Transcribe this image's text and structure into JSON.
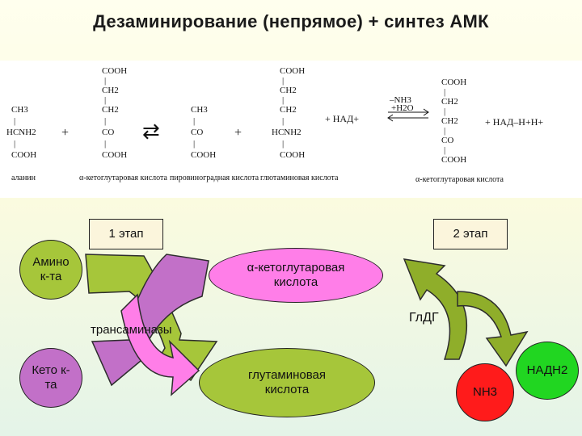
{
  "title": "Дезаминирование (непрямое) + синтез АМК",
  "reaction": {
    "alanine": {
      "lines": [
        "CH3",
        "|",
        "HCNH2",
        "|",
        "COOH"
      ],
      "caption": "аланин"
    },
    "plus1": "+",
    "akg1": {
      "lines": [
        "COOH",
        "|",
        "CH2",
        "|",
        "CH2",
        "|",
        "CO",
        "|",
        "COOH"
      ],
      "caption": "α-кетоглутаровая кислота"
    },
    "eq_arrow": "⇄",
    "pyruvate": {
      "lines": [
        "CH3",
        "|",
        "CO",
        "|",
        "COOH"
      ],
      "caption": "пировиноградная кислота"
    },
    "plus2": "+",
    "glutamate": {
      "lines": [
        "COOH",
        "|",
        "CH2",
        "|",
        "CH2",
        "|",
        "HCNH2",
        "|",
        "COOH"
      ],
      "caption": "глютаминовая кислота"
    },
    "nad_in": "+ НАД+",
    "arrow_top": "–NH3",
    "arrow_bottom": "+H2O",
    "akg2": {
      "lines": [
        "COOH",
        "|",
        "CH2",
        "|",
        "CH2",
        "|",
        "CO",
        "|",
        "COOH"
      ],
      "caption": "α-кетоглутаровая кислота"
    },
    "nad_out": "+ НАД–Н+Н+"
  },
  "scheme": {
    "stage1": "1 этап",
    "stage2": "2 этап",
    "amino_acid": "Амино к-та",
    "keto_acid": "Кето к-та",
    "akg": "α-кетоглутаровая кислота",
    "glu": "глутаминовая кислота",
    "enzyme1": "трансаминазы",
    "enzyme2": "ГлДГ",
    "nh3": "NH3",
    "nadh": "НАДН2"
  },
  "colors": {
    "green": "#a6c63a",
    "violet": "#c270c8",
    "pink": "#ff7ee8",
    "red": "#ff1b1b",
    "bright_green": "#21d621"
  }
}
